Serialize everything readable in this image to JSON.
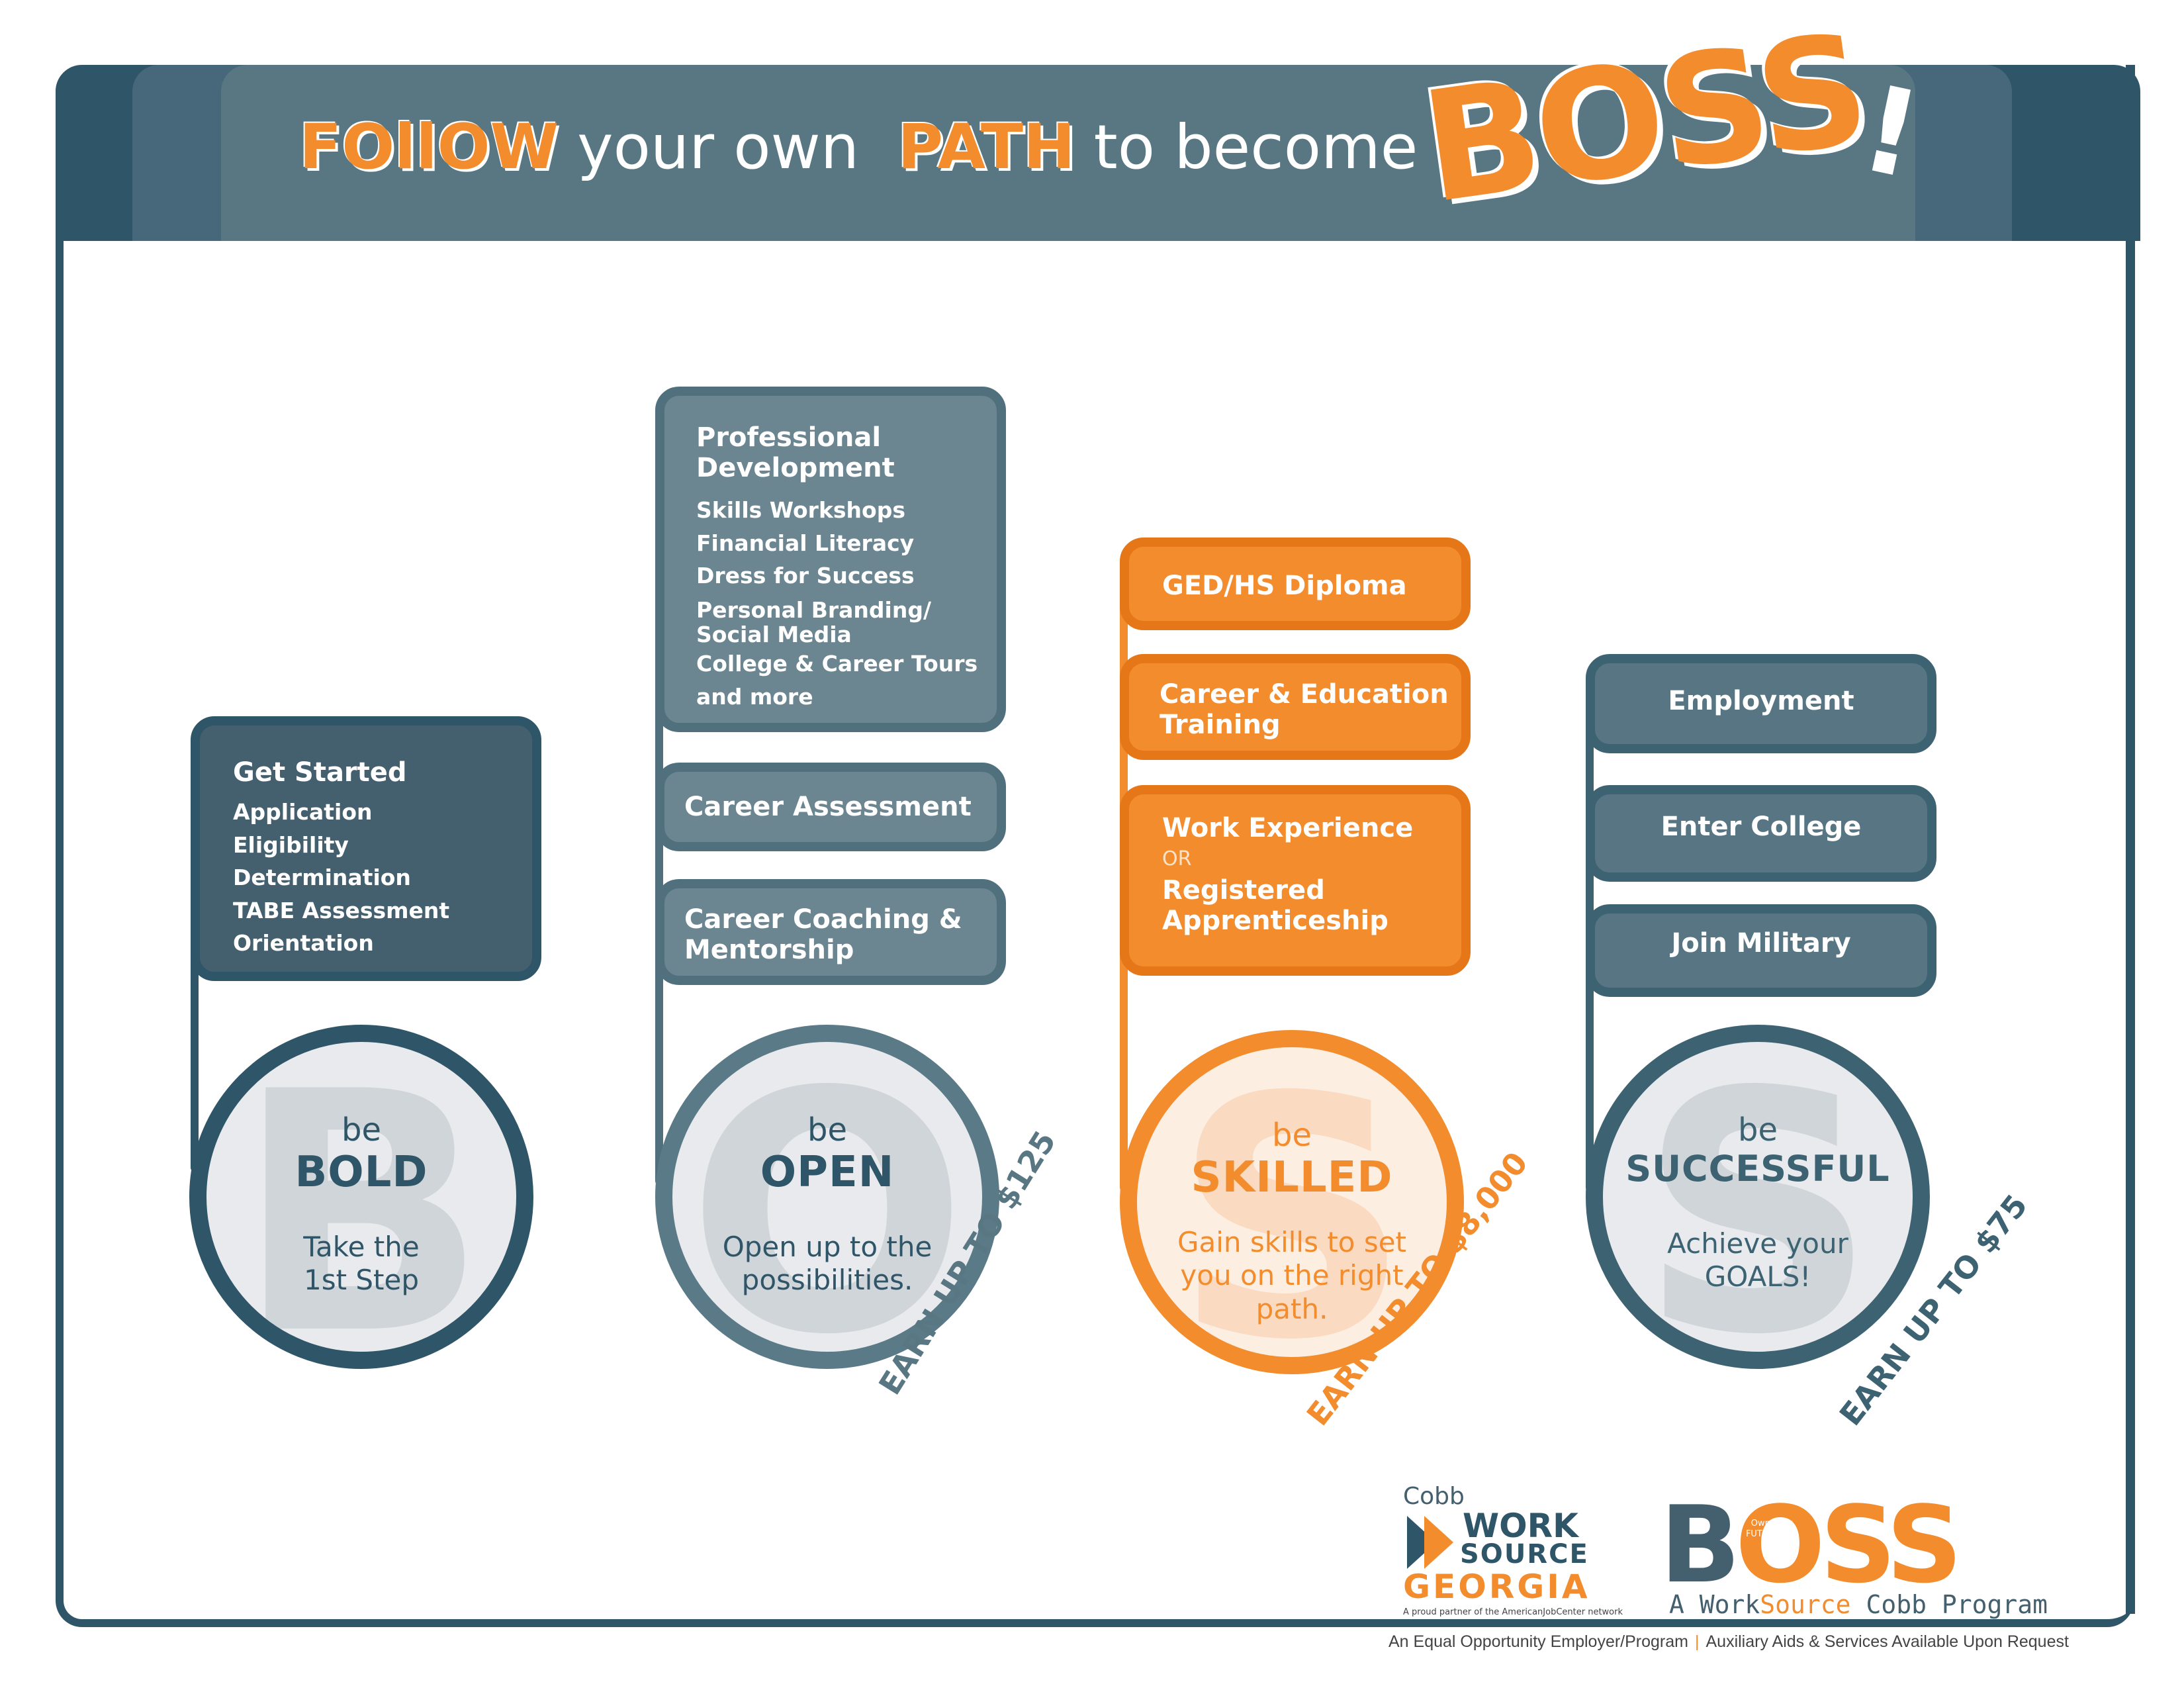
{
  "header": {
    "word_follow": "FOllOW",
    "word_your_own": "your own",
    "word_path": "PATH",
    "word_to_become": "to become a",
    "word_boss": "BOSS",
    "exclaim": "!"
  },
  "columns": [
    {
      "id": "bold",
      "color": "#2f5568",
      "boxes": [
        {
          "title": "Get Started",
          "items": [
            "Application",
            "Eligibility Determination",
            "TABE Assessment",
            "Orientation"
          ]
        }
      ],
      "circle": {
        "letter": "B",
        "be": "be",
        "word": "BOLD",
        "desc_line1": "Take the",
        "desc_line2": "1st Step"
      },
      "earn": ""
    },
    {
      "id": "open",
      "color": "#50707e",
      "boxes": [
        {
          "title_line1": "Professional",
          "title_line2": "Development",
          "items": [
            "Skills Workshops",
            "Financial Literacy",
            "Dress for Success",
            "Personal Branding/",
            "Social Media",
            "College & Career Tours",
            "and more"
          ]
        },
        {
          "title": "Career Assessment"
        },
        {
          "title_line1": "Career Coaching &",
          "title_line2": "Mentorship"
        }
      ],
      "circle": {
        "letter": "O",
        "be": "be",
        "word": "OPEN",
        "desc_line1": "Open up to the",
        "desc_line2": "possibilities."
      },
      "earn": "EARN UP TO $125"
    },
    {
      "id": "skilled",
      "color": "#f28c2d",
      "boxes": [
        {
          "title": "GED/HS Diploma"
        },
        {
          "title_line1": "Career  & Education",
          "title_line2": "Training"
        },
        {
          "title": "Work Experience",
          "or": "OR",
          "title2_line1": "Registered",
          "title2_line2": "Apprenticeship"
        }
      ],
      "circle": {
        "letter": "S",
        "be": "be",
        "word": "SKILLED",
        "desc_line1": "Gain skills to set",
        "desc_line2": "you on the right",
        "desc_line3": "path."
      },
      "earn": "EARN UP TO $8,000"
    },
    {
      "id": "successful",
      "color": "#3d6272",
      "boxes": [
        {
          "title": "Employment"
        },
        {
          "title": "Enter College"
        },
        {
          "title": "Join Military"
        }
      ],
      "circle": {
        "letter": "S",
        "be": "be",
        "word": "SUCCESSFUL",
        "desc_line1": "Achieve your",
        "desc_line2": "GOALS!"
      },
      "earn": "EARN UP TO $75"
    }
  ],
  "footer": {
    "ws_cobb": "Cobb",
    "ws_work": "WORK",
    "ws_source": "SOURCE",
    "ws_georgia": "GEORGIA",
    "ws_partner": "A proud partner of the AmericanJobCenter network",
    "boss_logo_b": "B",
    "boss_logo_o": "O",
    "boss_logo_ss": "SS",
    "boss_tagline": "Own your FUTURE like a...",
    "boss_sub_a": "A Work",
    "boss_sub_source": "Source",
    "boss_sub_b": " Cobb Program",
    "eeo_left": "An Equal Opportunity Employer/Program",
    "eeo_sep": "|",
    "eeo_right": "Auxiliary Aids & Services Available Upon Request"
  }
}
